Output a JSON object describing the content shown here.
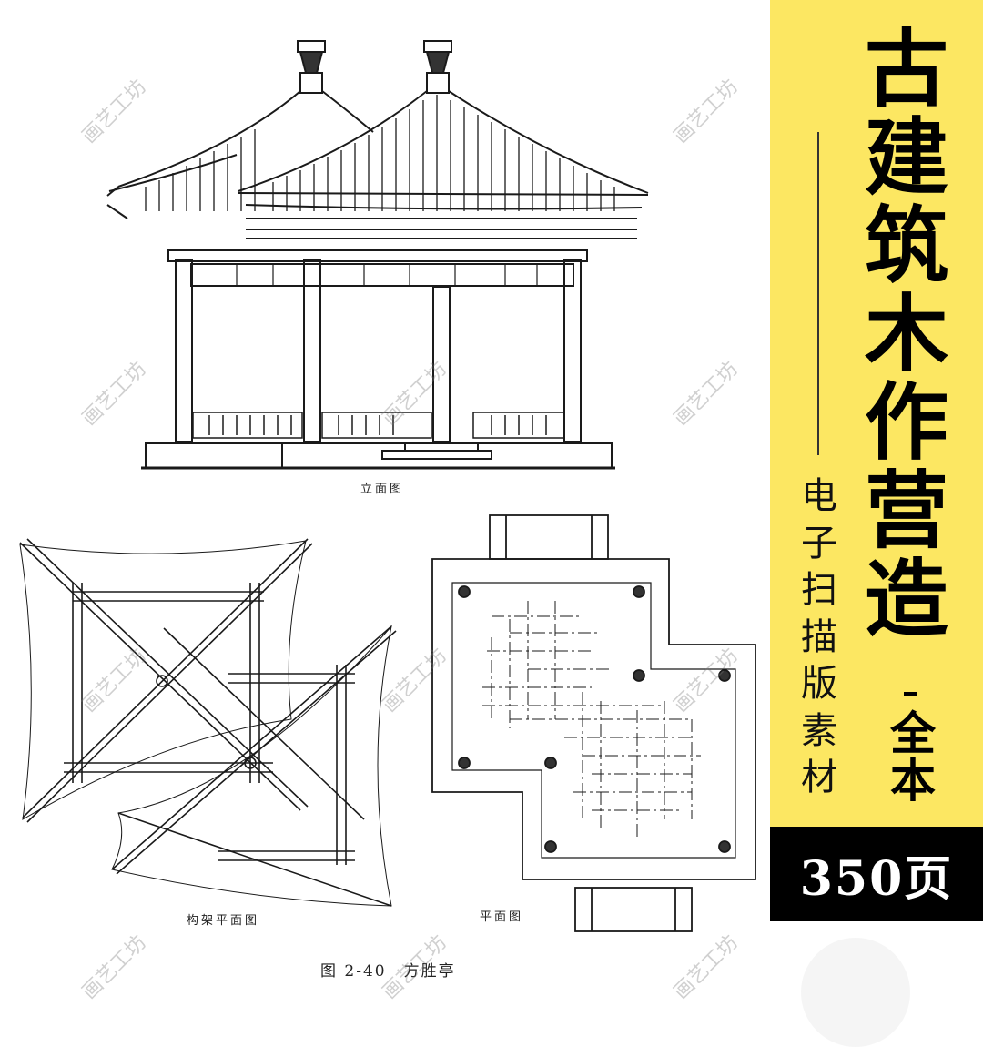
{
  "product": {
    "title_chars": [
      "古",
      "建",
      "筑",
      "木",
      "作",
      "营",
      "造"
    ],
    "subtitle_chars": [
      "电",
      "子",
      "扫",
      "描",
      "版",
      "素",
      "材"
    ],
    "edition_dash": "-",
    "edition_chars": [
      "全",
      "本"
    ],
    "page_count": "350页"
  },
  "drawing": {
    "elevation_caption": "立面图",
    "framing_plan_caption": "构架平面图",
    "floor_plan_caption": "平面图",
    "figure_caption": "图 2-40　方胜亭"
  },
  "watermark": {
    "text": "画艺工坊"
  },
  "colors": {
    "panel_yellow": "#fce762",
    "page_box": "#000000",
    "ink": "#1a1a1a"
  }
}
